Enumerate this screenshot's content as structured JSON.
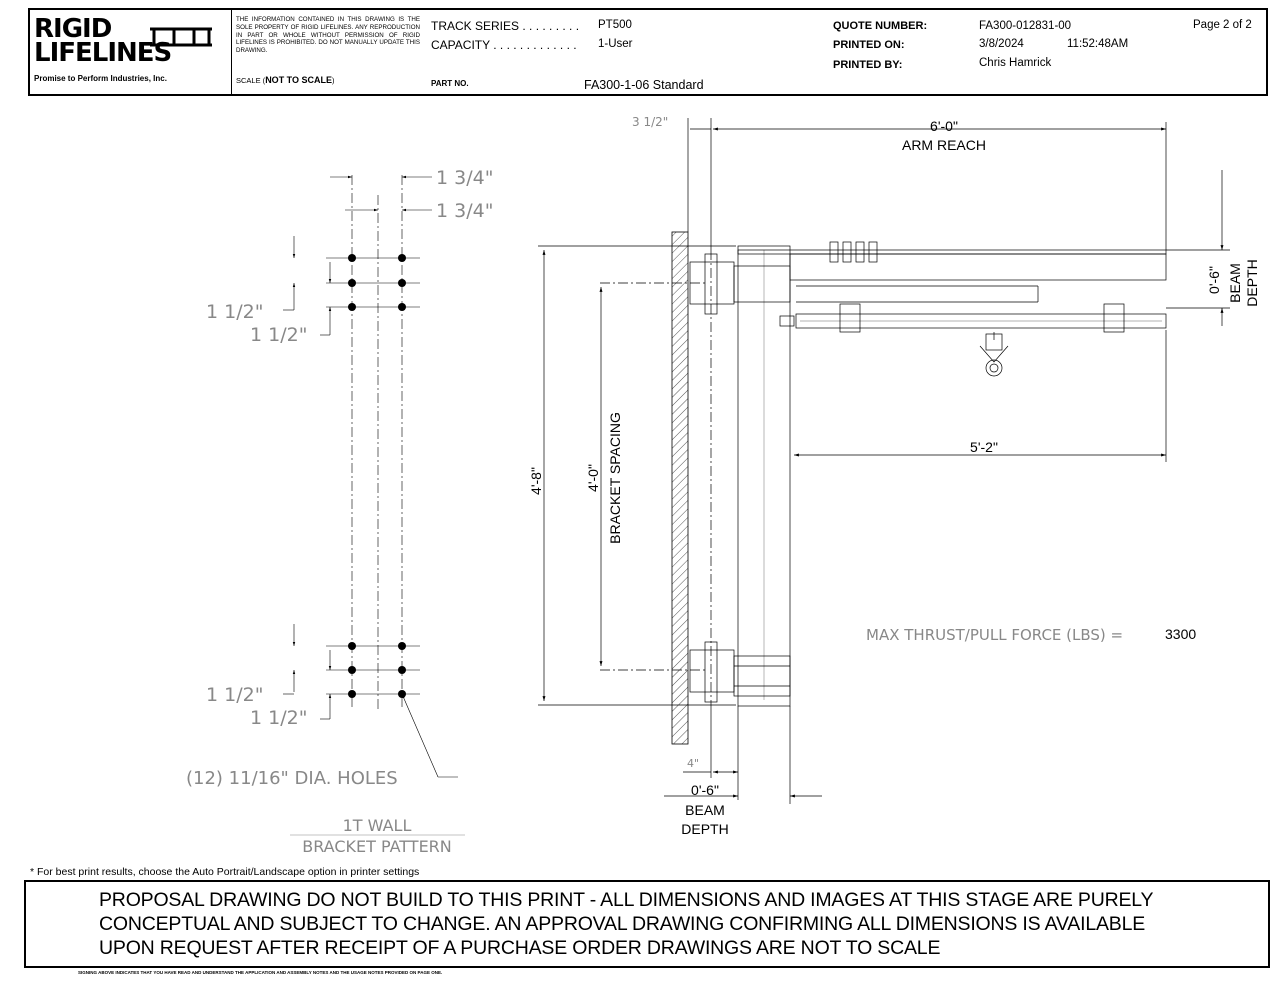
{
  "title_block": {
    "logo_line1": "RIGID",
    "logo_line2": "LIFELINES",
    "tagline": "Promise to Perform Industries, Inc.",
    "disclaimer": "THE INFORMATION CONTAINED IN THIS DRAWING IS THE SOLE PROPERTY OF RIGID LIFELINES. ANY REPRODUCTION IN PART OR WHOLE WITHOUT PERMISSION OF RIGID LIFELINES IS PROHIBITED. DO NOT MANUALLY UPDATE THIS DRAWING.",
    "scale_prefix": "SCALE (",
    "scale_value": "NOT TO SCALE",
    "scale_suffix": ")",
    "track_series_label": "TRACK SERIES . . . . . . . . .",
    "track_series_value": "PT500",
    "capacity_label": "CAPACITY . . . . . . . . . . . . .",
    "capacity_value": "1-User",
    "part_no_label": "PART NO.",
    "part_no_value": "FA300-1-06 Standard",
    "quote_number_label": "QUOTE NUMBER:",
    "quote_number_value": "FA300-012831-00",
    "printed_on_label": "PRINTED ON:",
    "printed_on_date": "3/8/2024",
    "printed_on_time": "11:52:48AM",
    "printed_by_label": "PRINTED BY:",
    "printed_by_value": "Chris  Hamrick",
    "page": "Page 2 of 2"
  },
  "drawing": {
    "bracket_pattern": {
      "dim_top_1": "1 3/4\"",
      "dim_top_2": "1 3/4\"",
      "dim_upper_a": "1 1/2\"",
      "dim_upper_b": "1 1/2\"",
      "dim_lower_a": "1 1/2\"",
      "dim_lower_b": "1 1/2\"",
      "holes_note": "(12) 11/16\" DIA. HOLES",
      "title_line1": "1T WALL",
      "title_line2": "BRACKET PATTERN"
    },
    "elevation": {
      "dim_wall_offset": "3 1/2\"",
      "arm_reach_value": "6'-0\"",
      "arm_reach_label": "ARM REACH",
      "overall_height": "4'-8\"",
      "bracket_spacing_value": "4'-0\"",
      "bracket_spacing_label": "BRACKET SPACING",
      "beam_depth_right_value": "0'-6\"",
      "beam_depth_right_label1": "BEAM",
      "beam_depth_right_label2": "DEPTH",
      "inner_span": "5'-2\"",
      "force_label": "MAX THRUST/PULL FORCE (LBS) =",
      "force_value": "3300",
      "dim_four": "4\"",
      "beam_depth_bottom_value": "0'-6\"",
      "beam_depth_bottom_label1": "BEAM",
      "beam_depth_bottom_label2": "DEPTH"
    }
  },
  "footnote": "* For best print results, choose the Auto Portrait/Landscape option in printer settings",
  "warning": "PROPOSAL DRAWING DO NOT BUILD TO THIS PRINT - ALL DIMENSIONS AND IMAGES AT THIS STAGE ARE PURELY CONCEPTUAL AND SUBJECT TO CHANGE. AN APPROVAL DRAWING CONFIRMING ALL DIMENSIONS IS AVAILABLE UPON REQUEST AFTER RECEIPT OF A PURCHASE ORDER DRAWINGS ARE NOT TO SCALE",
  "signature_note": "SIGNING ABOVE INDICATES THAT YOU HAVE READ AND UNDERSTAND THE APPLICATION AND ASSEMBLY NOTES AND THE USAGE NOTES PROVIDED ON PAGE ONE."
}
